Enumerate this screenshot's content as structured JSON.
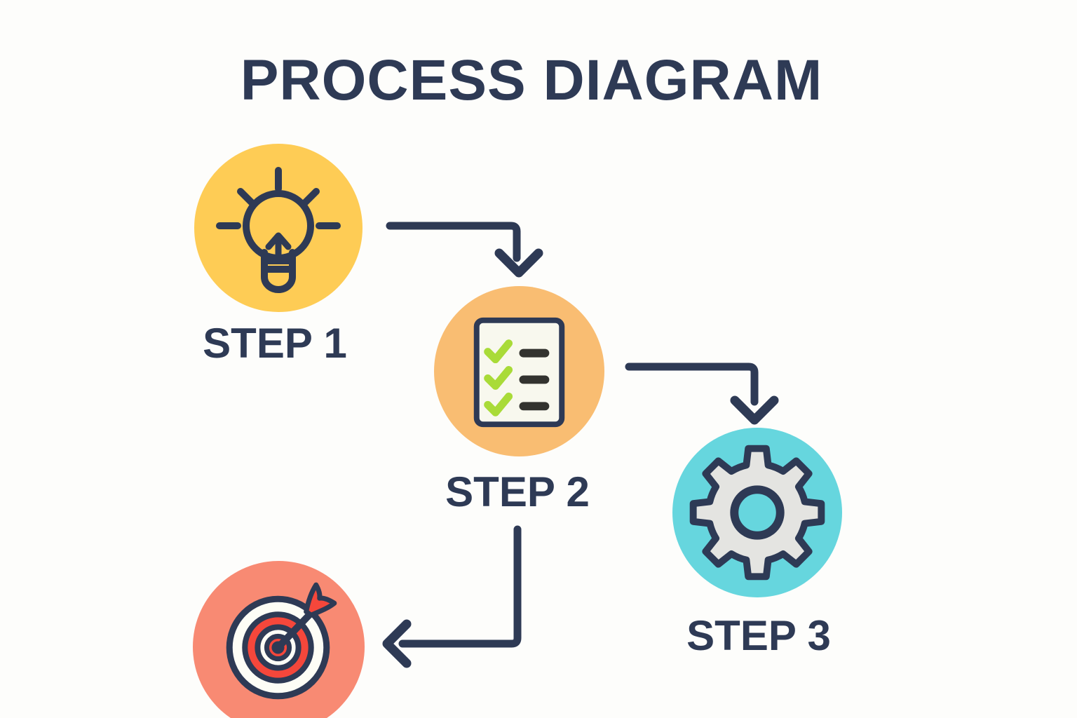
{
  "title": "PROCESS DIAGRAM",
  "steps": [
    {
      "id": "step-1",
      "label": "STEP 1",
      "icon": "lightbulb-icon",
      "circle_color": "#FECC55"
    },
    {
      "id": "step-2",
      "label": "STEP 2",
      "icon": "checklist-icon",
      "circle_color": "#F9BD72"
    },
    {
      "id": "step-3",
      "label": "STEP 3",
      "icon": "gear-icon",
      "circle_color": "#66D6DE"
    },
    {
      "id": "goal",
      "label": "",
      "icon": "target-icon",
      "circle_color": "#F88A73"
    }
  ],
  "connectors": [
    {
      "from": "step-1",
      "to": "step-2",
      "direction": "right-then-down"
    },
    {
      "from": "step-2",
      "to": "step-3",
      "direction": "right-then-down"
    },
    {
      "from": "step-2",
      "to": "goal",
      "direction": "down-then-left"
    }
  ],
  "colors": {
    "background": "#FDFDFB",
    "ink-navy": "#2E3A55",
    "step1-yellow": "#FECC55",
    "step2-orange": "#F9BD72",
    "step3-cyan": "#66D6DE",
    "goal-coral": "#F88A73",
    "target-red": "#F5473B",
    "target-white": "#FDFDF6",
    "check-green": "#A9DB38",
    "paper-cream": "#F8F8EE",
    "gear-gray": "#E4E4E1",
    "list-bar-dark": "#33332F"
  }
}
